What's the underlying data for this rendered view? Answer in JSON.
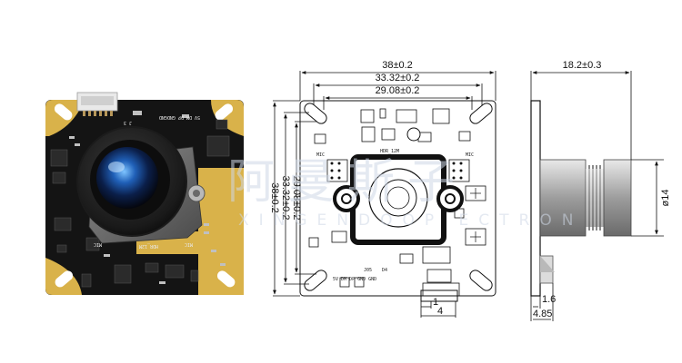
{
  "photo": {
    "silk_top": "5V DM DP GNDGND",
    "silk_mic_left": "MIC",
    "silk_mic_right": "MIC",
    "silk_hdr": "HDR_12M",
    "silk_j3": "J 3"
  },
  "front_view": {
    "dim_width_outer": "38±0.2",
    "dim_width_mid": "33.32±0.2",
    "dim_width_inner": "29.08±0.2",
    "dim_height_outer": "38±0.2",
    "dim_height_mid": "33.32±0.2",
    "dim_height_inner": "29.08±0.2",
    "dim_connector_1": "1",
    "dim_connector_4": "4",
    "silk_mic_left": "MIC",
    "silk_mic_right": "MIC",
    "silk_hdr": "HDR_12M",
    "silk_connector": "5V DM DP GND GND",
    "silk_jd": "J05",
    "silk_d4": "D4"
  },
  "side_view": {
    "dim_depth": "18.2±0.3",
    "dim_lens_diameter": "ø14",
    "dim_board": "1.6",
    "dim_connector": "4.85"
  },
  "watermark": {
    "cn_text": "阿曼斯子",
    "en_text": "XINGENDOOP ECTRON"
  },
  "colors": {
    "pcb": "#141414",
    "pad_gold": "#d9b24a",
    "line": "#111111",
    "background": "#ffffff"
  }
}
